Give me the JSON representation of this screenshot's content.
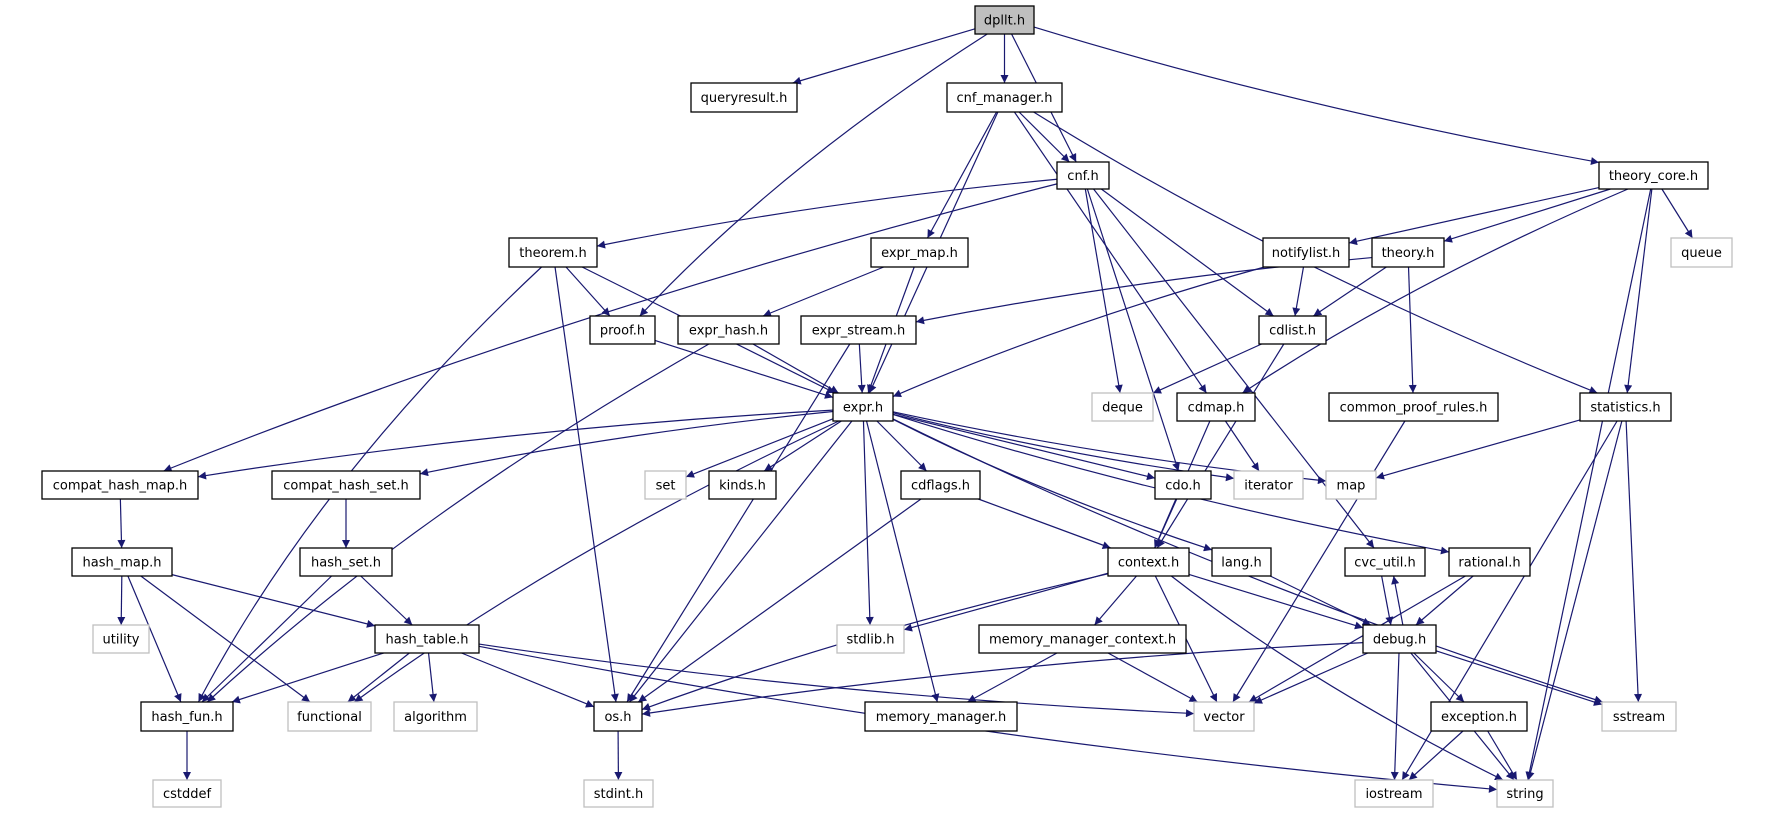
{
  "colors": {
    "edge": "#191970",
    "root_fill": "#bfbfbf",
    "node_border": "#000000",
    "external_border": "#bfbfbf"
  },
  "nodes": [
    {
      "id": "dpllt.h",
      "external": false,
      "root": true
    },
    {
      "id": "queryresult.h",
      "external": false
    },
    {
      "id": "cnf_manager.h",
      "external": false
    },
    {
      "id": "cnf.h",
      "external": false
    },
    {
      "id": "theory_core.h",
      "external": false
    },
    {
      "id": "theorem.h",
      "external": false
    },
    {
      "id": "expr_map.h",
      "external": false
    },
    {
      "id": "notifylist.h",
      "external": false
    },
    {
      "id": "theory.h",
      "external": false
    },
    {
      "id": "queue",
      "external": true
    },
    {
      "id": "proof.h",
      "external": false
    },
    {
      "id": "expr_hash.h",
      "external": false
    },
    {
      "id": "expr_stream.h",
      "external": false
    },
    {
      "id": "cdlist.h",
      "external": false
    },
    {
      "id": "expr.h",
      "external": false
    },
    {
      "id": "deque",
      "external": true
    },
    {
      "id": "cdmap.h",
      "external": false
    },
    {
      "id": "common_proof_rules.h",
      "external": false
    },
    {
      "id": "statistics.h",
      "external": false
    },
    {
      "id": "compat_hash_map.h",
      "external": false
    },
    {
      "id": "compat_hash_set.h",
      "external": false
    },
    {
      "id": "set",
      "external": true
    },
    {
      "id": "kinds.h",
      "external": false
    },
    {
      "id": "cdflags.h",
      "external": false
    },
    {
      "id": "cdo.h",
      "external": false
    },
    {
      "id": "iterator",
      "external": true
    },
    {
      "id": "map",
      "external": true
    },
    {
      "id": "hash_map.h",
      "external": false
    },
    {
      "id": "hash_set.h",
      "external": false
    },
    {
      "id": "context.h",
      "external": false
    },
    {
      "id": "lang.h",
      "external": false
    },
    {
      "id": "cvc_util.h",
      "external": false
    },
    {
      "id": "rational.h",
      "external": false
    },
    {
      "id": "utility",
      "external": true
    },
    {
      "id": "hash_table.h",
      "external": false
    },
    {
      "id": "stdlib.h",
      "external": true
    },
    {
      "id": "memory_manager_context.h",
      "external": false
    },
    {
      "id": "debug.h",
      "external": false
    },
    {
      "id": "hash_fun.h",
      "external": false
    },
    {
      "id": "functional",
      "external": true
    },
    {
      "id": "algorithm",
      "external": true
    },
    {
      "id": "os.h",
      "external": false
    },
    {
      "id": "memory_manager.h",
      "external": false
    },
    {
      "id": "vector",
      "external": true
    },
    {
      "id": "exception.h",
      "external": false
    },
    {
      "id": "sstream",
      "external": true
    },
    {
      "id": "cstddef",
      "external": true
    },
    {
      "id": "stdint.h",
      "external": true
    },
    {
      "id": "iostream",
      "external": true
    },
    {
      "id": "string",
      "external": true
    }
  ],
  "edges": [
    [
      "dpllt.h",
      "queryresult.h"
    ],
    [
      "dpllt.h",
      "proof.h"
    ],
    [
      "dpllt.h",
      "cnf_manager.h"
    ],
    [
      "dpllt.h",
      "cnf.h"
    ],
    [
      "dpllt.h",
      "theory_core.h"
    ],
    [
      "cnf_manager.h",
      "expr_map.h"
    ],
    [
      "cnf_manager.h",
      "expr.h"
    ],
    [
      "cnf_manager.h",
      "cnf.h"
    ],
    [
      "cnf_manager.h",
      "cdmap.h"
    ],
    [
      "cnf_manager.h",
      "statistics.h"
    ],
    [
      "cnf.h",
      "theorem.h"
    ],
    [
      "cnf.h",
      "compat_hash_map.h"
    ],
    [
      "cnf.h",
      "cdo.h"
    ],
    [
      "cnf.h",
      "deque"
    ],
    [
      "cnf.h",
      "cdlist.h"
    ],
    [
      "cnf.h",
      "cvc_util.h"
    ],
    [
      "theory_core.h",
      "notifylist.h"
    ],
    [
      "theory_core.h",
      "theory.h"
    ],
    [
      "theory_core.h",
      "cdmap.h"
    ],
    [
      "theory_core.h",
      "statistics.h"
    ],
    [
      "theory_core.h",
      "queue"
    ],
    [
      "theory_core.h",
      "string"
    ],
    [
      "theorem.h",
      "proof.h"
    ],
    [
      "theorem.h",
      "expr.h"
    ],
    [
      "theorem.h",
      "os.h"
    ],
    [
      "theorem.h",
      "hash_fun.h"
    ],
    [
      "expr_map.h",
      "expr_hash.h"
    ],
    [
      "expr_map.h",
      "expr.h"
    ],
    [
      "notifylist.h",
      "cdlist.h"
    ],
    [
      "notifylist.h",
      "expr.h"
    ],
    [
      "theory.h",
      "cdlist.h"
    ],
    [
      "theory.h",
      "expr_stream.h"
    ],
    [
      "theory.h",
      "common_proof_rules.h"
    ],
    [
      "proof.h",
      "expr.h"
    ],
    [
      "expr_hash.h",
      "expr.h"
    ],
    [
      "expr_hash.h",
      "hash_fun.h"
    ],
    [
      "expr_stream.h",
      "expr.h"
    ],
    [
      "expr_stream.h",
      "os.h"
    ],
    [
      "cdlist.h",
      "deque"
    ],
    [
      "cdlist.h",
      "context.h"
    ],
    [
      "expr.h",
      "compat_hash_map.h"
    ],
    [
      "expr.h",
      "compat_hash_set.h"
    ],
    [
      "expr.h",
      "set"
    ],
    [
      "expr.h",
      "kinds.h"
    ],
    [
      "expr.h",
      "cdflags.h"
    ],
    [
      "expr.h",
      "cdo.h"
    ],
    [
      "expr.h",
      "iterator"
    ],
    [
      "expr.h",
      "map"
    ],
    [
      "expr.h",
      "lang.h"
    ],
    [
      "expr.h",
      "rational.h"
    ],
    [
      "expr.h",
      "sstream"
    ],
    [
      "expr.h",
      "os.h"
    ],
    [
      "expr.h",
      "functional"
    ],
    [
      "expr.h",
      "stdlib.h"
    ],
    [
      "expr.h",
      "memory_manager.h"
    ],
    [
      "cdmap.h",
      "iterator"
    ],
    [
      "cdmap.h",
      "context.h"
    ],
    [
      "common_proof_rules.h",
      "vector"
    ],
    [
      "statistics.h",
      "map"
    ],
    [
      "statistics.h",
      "iostream"
    ],
    [
      "statistics.h",
      "sstream"
    ],
    [
      "statistics.h",
      "string"
    ],
    [
      "compat_hash_map.h",
      "hash_map.h"
    ],
    [
      "compat_hash_set.h",
      "hash_set.h"
    ],
    [
      "hash_map.h",
      "utility"
    ],
    [
      "hash_map.h",
      "hash_fun.h"
    ],
    [
      "hash_map.h",
      "functional"
    ],
    [
      "hash_map.h",
      "hash_table.h"
    ],
    [
      "hash_set.h",
      "hash_fun.h"
    ],
    [
      "hash_set.h",
      "hash_table.h"
    ],
    [
      "hash_table.h",
      "hash_fun.h"
    ],
    [
      "hash_table.h",
      "functional"
    ],
    [
      "hash_table.h",
      "algorithm"
    ],
    [
      "hash_table.h",
      "os.h"
    ],
    [
      "hash_table.h",
      "vector"
    ],
    [
      "hash_table.h",
      "string"
    ],
    [
      "hash_fun.h",
      "cstddef"
    ],
    [
      "os.h",
      "stdint.h"
    ],
    [
      "cdflags.h",
      "context.h"
    ],
    [
      "cdflags.h",
      "os.h"
    ],
    [
      "cdo.h",
      "context.h"
    ],
    [
      "context.h",
      "stdlib.h"
    ],
    [
      "context.h",
      "os.h"
    ],
    [
      "context.h",
      "memory_manager_context.h"
    ],
    [
      "context.h",
      "vector"
    ],
    [
      "context.h",
      "debug.h"
    ],
    [
      "context.h",
      "string"
    ],
    [
      "lang.h",
      "debug.h"
    ],
    [
      "cvc_util.h",
      "debug.h"
    ],
    [
      "rational.h",
      "debug.h"
    ],
    [
      "rational.h",
      "vector"
    ],
    [
      "debug.h",
      "cvc_util.h"
    ],
    [
      "debug.h",
      "os.h"
    ],
    [
      "debug.h",
      "vector"
    ],
    [
      "debug.h",
      "exception.h"
    ],
    [
      "debug.h",
      "sstream"
    ],
    [
      "debug.h",
      "string"
    ],
    [
      "debug.h",
      "iostream"
    ],
    [
      "memory_manager_context.h",
      "memory_manager.h"
    ],
    [
      "memory_manager_context.h",
      "vector"
    ],
    [
      "exception.h",
      "iostream"
    ],
    [
      "exception.h",
      "string"
    ]
  ]
}
